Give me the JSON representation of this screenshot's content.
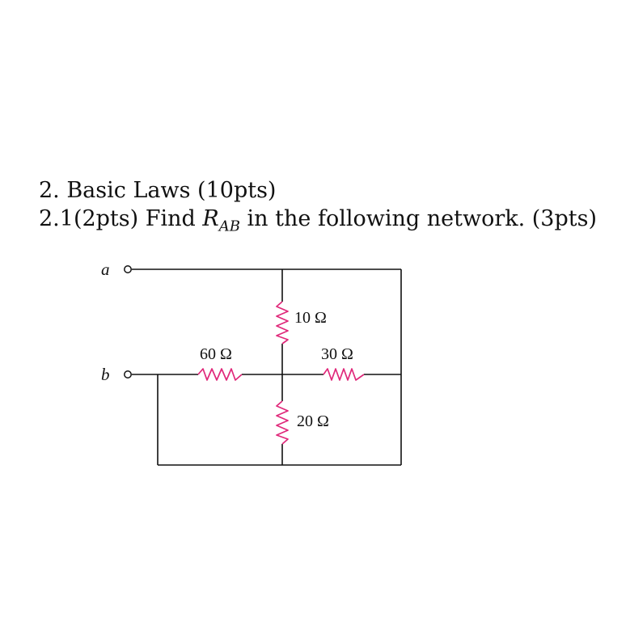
{
  "heading": {
    "line1": "2. Basic Laws (10pts)",
    "line2_prefix": "2.1(2pts) Find ",
    "symbol_main": "R",
    "symbol_sub": "AB",
    "line2_suffix": " in the following network. (3pts)"
  },
  "circuit": {
    "terminals": {
      "a": "a",
      "b": "b"
    },
    "resistors": {
      "r60": "60 Ω",
      "r10": "10 Ω",
      "r30": "30 Ω",
      "r20": "20 Ω"
    },
    "colors": {
      "wire": "#111111",
      "resistor": "#e0287a"
    }
  }
}
